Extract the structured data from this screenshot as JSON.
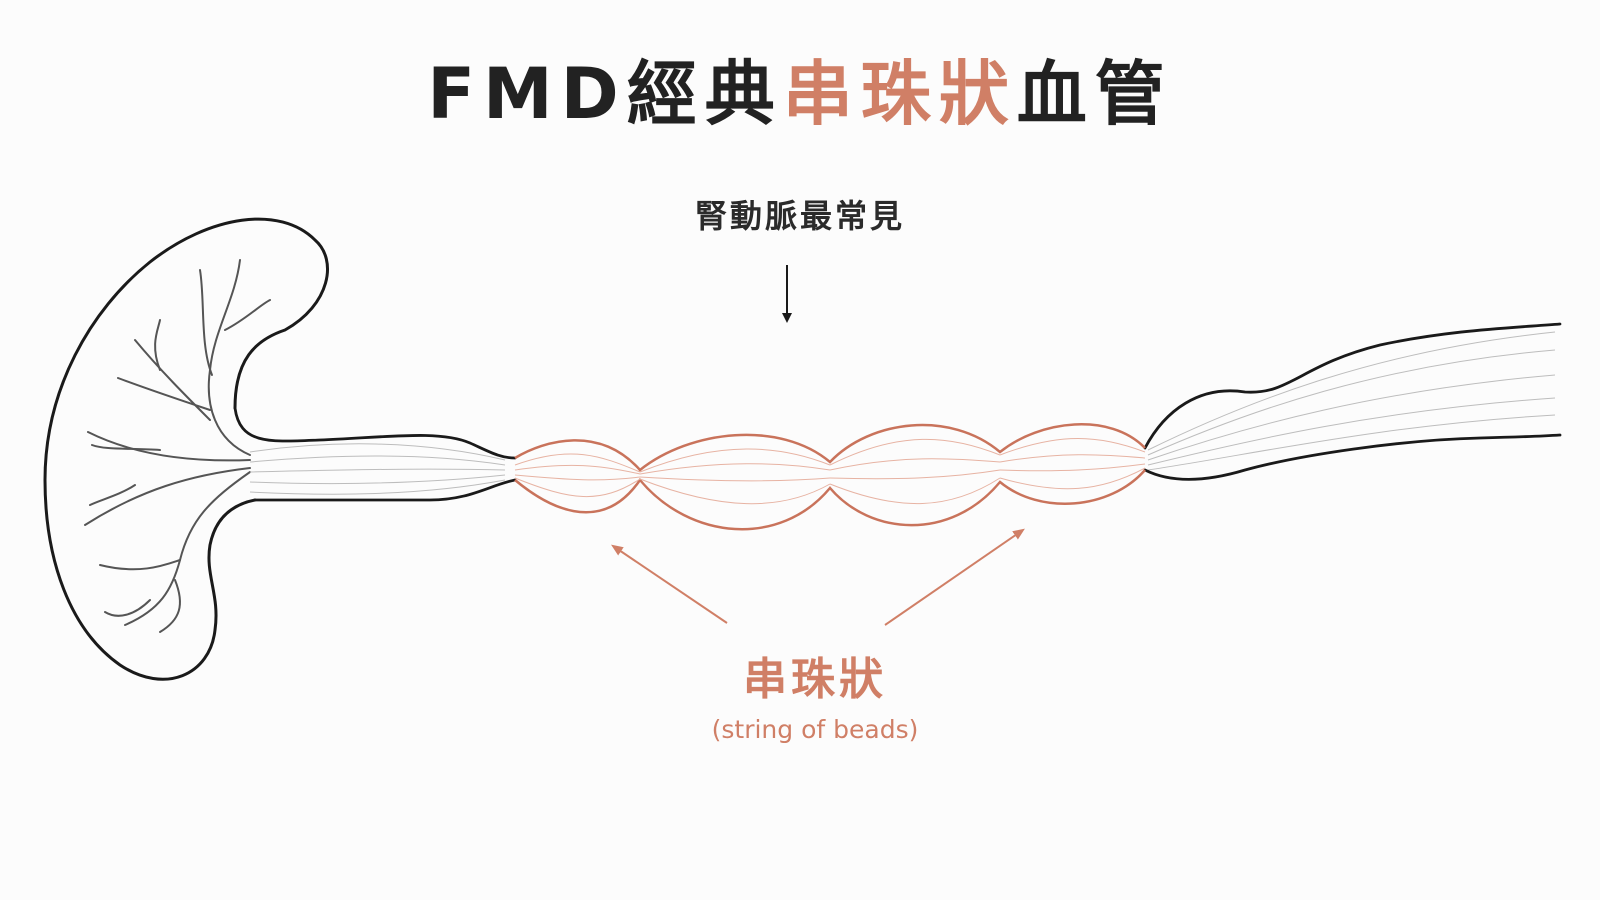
{
  "title": {
    "prefix": "FMD經典",
    "highlight": "串珠狀",
    "suffix": "血管"
  },
  "top_label": "腎動脈最常見",
  "beads_label": {
    "main": "串珠狀",
    "sub": "(string of beads)"
  },
  "colors": {
    "text": "#222222",
    "accent": "#d07f66",
    "outline": "#1a1a1a",
    "background": "#fcfcfc"
  },
  "icons": [
    "kidney-icon",
    "down-arrow-icon",
    "pointer-arrow-icon"
  ]
}
